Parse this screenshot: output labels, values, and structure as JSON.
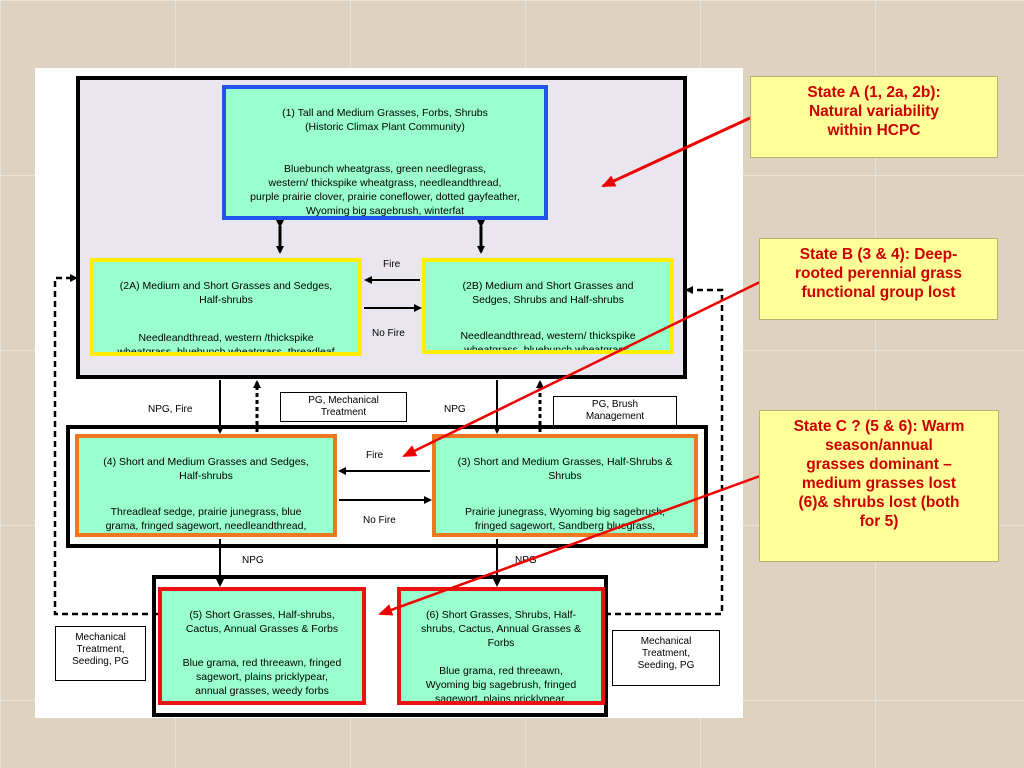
{
  "state_a": {
    "box1": {
      "title": "(1)  Tall and Medium Grasses, Forbs, Shrubs\n(Historic Climax Plant Community)",
      "species": "Bluebunch wheatgrass, green needlegrass,\nwestern/ thickspike wheatgrass, needleandthread,\npurple prairie clover, prairie coneflower, dotted gayfeather,\nWyoming big sagebrush, winterfat"
    },
    "box2a": {
      "title": "(2A)  Medium and Short Grasses and Sedges,\nHalf-shrubs",
      "species": "Needleandthread, western /thickspike\nwheatgrass, bluebunch wheatgrass, threadleaf\nsedge, blue grama, prairie junegrass, fringed\nsagewort"
    },
    "box2b": {
      "title": "(2B)  Medium and Short Grasses and\nSedges, Shrubs and Half-shrubs",
      "species": "Needleandthread, western/ thickspike\nwheatgrass, bluebunch wheatgrass,\nWyoming big sagebrush, fringed sagewort"
    },
    "fire_label": "Fire",
    "no_fire_label": "No Fire"
  },
  "transitions": {
    "npg_fire": "NPG, Fire",
    "pg_mechanical": "PG, Mechanical\nTreatment",
    "npg_upper": "NPG",
    "pg_brush": "PG, Brush\nManagement",
    "npg_lower_left": "NPG",
    "npg_lower_right": "NPG",
    "mech_left": "Mechanical\nTreatment,\nSeeding, PG",
    "mech_right": "Mechanical\nTreatment,\nSeeding, PG"
  },
  "state_b": {
    "box4": {
      "title": "(4)  Short and Medium Grasses and Sedges,\nHalf-shrubs",
      "species": "Threadleaf sedge, prairie junegrass, blue\ngrama, fringed sagewort, needleandthread,\nwestern/ thickspike wheatgrass"
    },
    "box3": {
      "title": "(3)  Short and Medium Grasses, Half-Shrubs &\nShrubs",
      "species": "Prairie junegrass, Wyoming big sagebrush,\nfringed sagewort, Sandberg bluegrass,\nwestern/ thickspike wheatgrass"
    },
    "fire_label": "Fire",
    "no_fire_label": "No Fire"
  },
  "state_c": {
    "box5": {
      "title": "(5)  Short Grasses, Half-shrubs,\nCactus, Annual Grasses & Forbs",
      "species": "Blue grama, red threeawn, fringed\nsagewort, plains pricklypear,\nannual grasses, weedy forbs"
    },
    "box6": {
      "title": "(6) Short Grasses, Shrubs, Half-\nshrubs, Cactus, Annual Grasses &\nForbs",
      "species": "Blue grama, red threeawn,\nWyoming big sagebrush, fringed\nsagewort, plains pricklypear,\nannuals, weedy forbs"
    }
  },
  "callouts": {
    "a": "State A (1, 2a, 2b):\nNatural variability\nwithin HCPC",
    "b": "State B (3 & 4): Deep-\nrooted perennial grass\nfunctional group lost",
    "c": "State C ? (5 & 6): Warm\nseason/annual\ngrasses dominant –\nmedium grasses lost\n(6)& shrubs lost (both\nfor 5)"
  },
  "colors": {
    "box_fill": "#99ffcc",
    "box1_border": "#2255ee",
    "state_a_border": "#ffee00",
    "state_b_border": "#ee7722",
    "state_c_border": "#ee1111",
    "state_a_bg": "#eae6ef",
    "callout_bg": "#ffff99",
    "callout_text": "#cc0000",
    "pointer_arrow": "#ee0000"
  }
}
